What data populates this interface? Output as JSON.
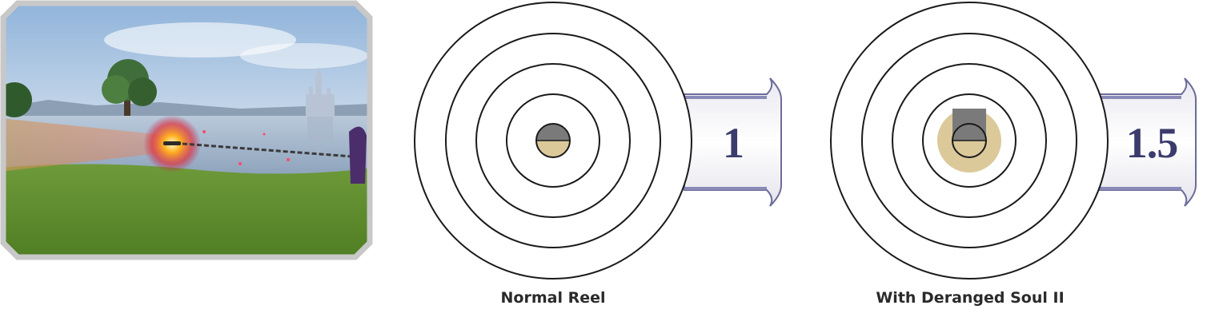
{
  "panels": [
    {
      "caption": "Normal Reel",
      "multiplier": "1"
    },
    {
      "caption": "With Deranged Soul II",
      "multiplier": "1.5"
    }
  ],
  "colors": {
    "target_ring": "#1a1a1a",
    "zone_gold": "#dcc99a",
    "zone_gray": "#7a7a7a",
    "tag_text": "#3b3b6d"
  }
}
